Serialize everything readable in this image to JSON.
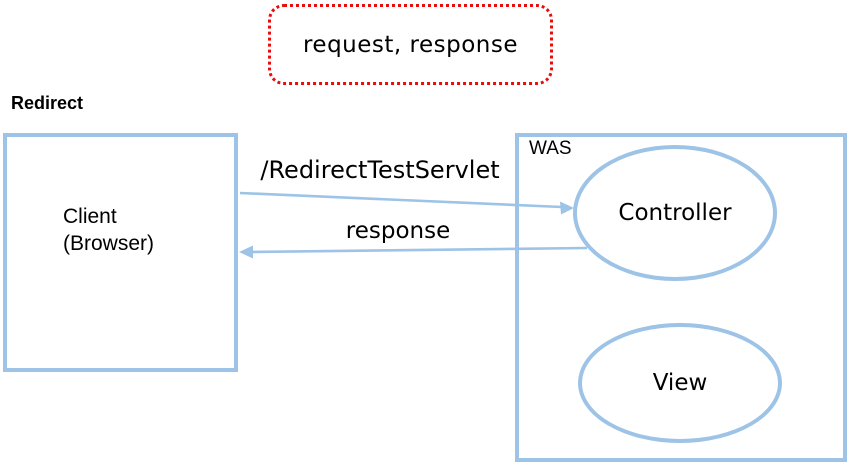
{
  "colors": {
    "background": "#ffffff",
    "shape_blue": "#9DC3E6",
    "dotted_red": "#EA0B0B",
    "text_black": "#000000"
  },
  "note_box": {
    "label": "request, response"
  },
  "heading": {
    "label": "Redirect"
  },
  "client_box": {
    "line1": "Client",
    "line2": "(Browser)"
  },
  "was_box": {
    "label": "WAS"
  },
  "nodes": {
    "controller": {
      "label": "Controller"
    },
    "view": {
      "label": "View"
    }
  },
  "arrows": {
    "request": {
      "label": "/RedirectTestServlet",
      "from": "client",
      "to": "controller",
      "direction": "right"
    },
    "response": {
      "label": "response",
      "from": "controller",
      "to": "client",
      "direction": "left"
    }
  }
}
